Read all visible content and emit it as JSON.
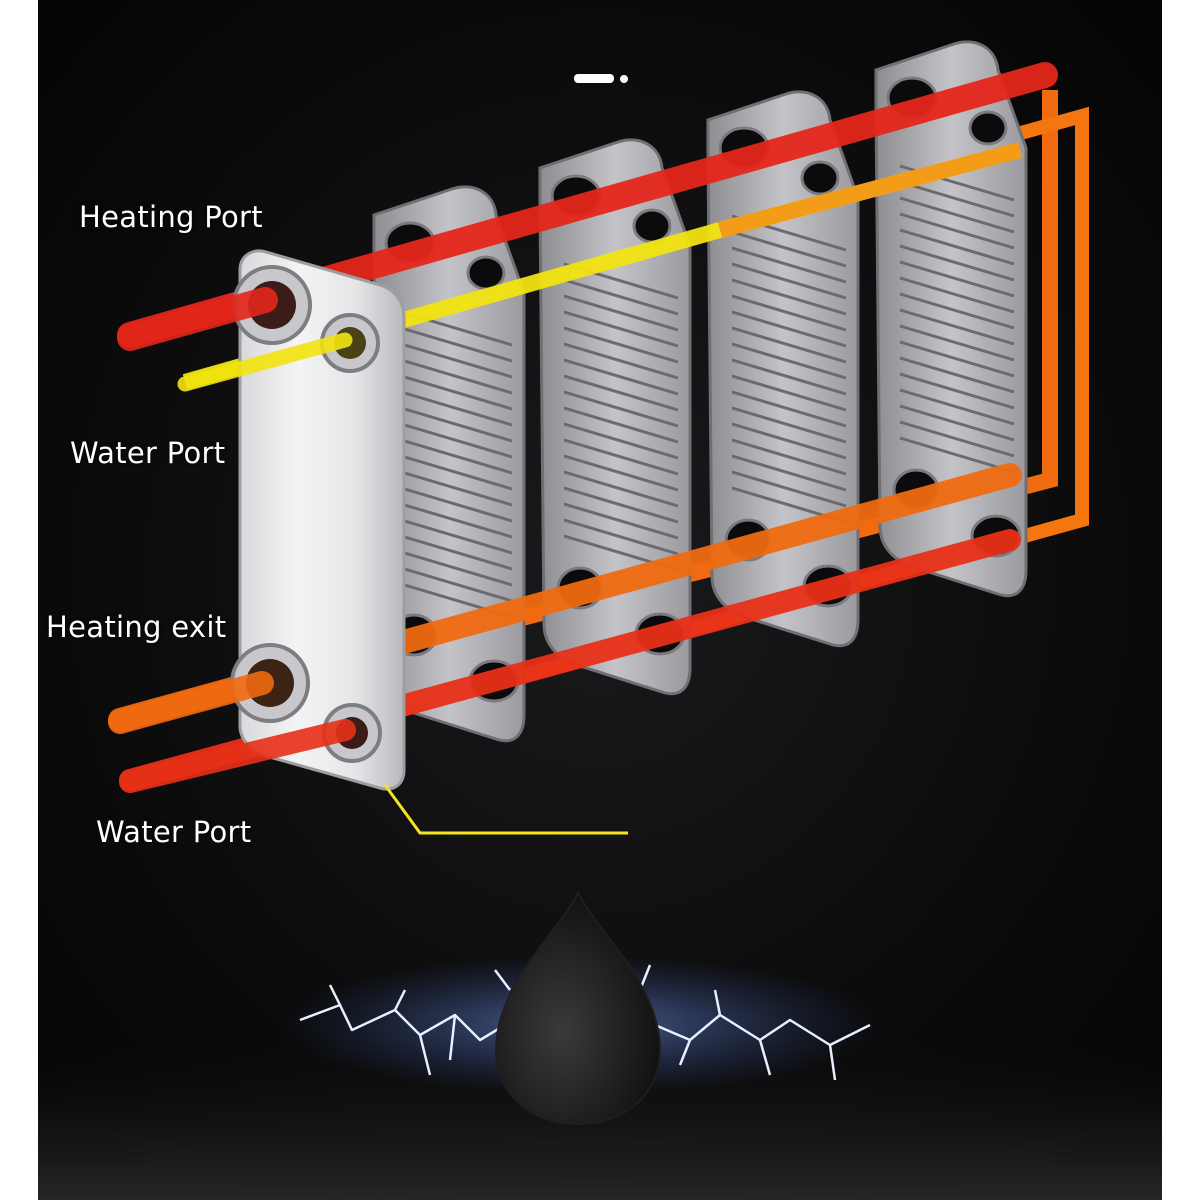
{
  "labels": {
    "heating_port": "Heating Port",
    "water_port_top": "Water Port",
    "heating_exit": "Heating exit",
    "water_port_bottom": "Water Port"
  },
  "colors": {
    "hot_red": "#e4261a",
    "warm_orange": "#f06a10",
    "water_yellow": "#f2e410",
    "leader_yellow": "#f5e51e",
    "plate_steel": "#a9a9ae",
    "background": "#0b0b0c"
  },
  "icons": [
    "water-drop-icon",
    "lightning-icon"
  ]
}
